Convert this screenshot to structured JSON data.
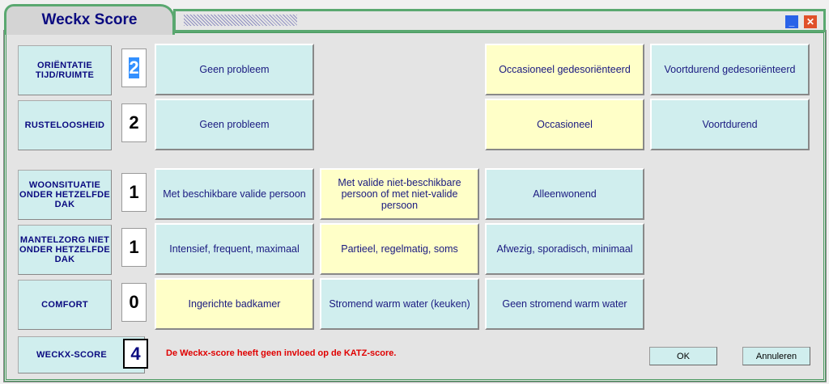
{
  "window": {
    "title": "Weckx Score",
    "minimize_icon": "minimize-icon",
    "close_icon": "close-icon",
    "accent": "#5aa870"
  },
  "rows": [
    {
      "label": "ORIËNTATIE TIJD/RUIMTE",
      "score": "2",
      "options": [
        "Geen probleem",
        "",
        "Occasioneel gedesoriënteerd",
        "Voortdurend gedesoriënteerd"
      ]
    },
    {
      "label": "RUSTELOOSHEID",
      "score": "2",
      "options": [
        "Geen probleem",
        "",
        "Occasioneel",
        "Voortdurend"
      ]
    },
    {
      "label": "WOONSITUATIE ONDER HETZELFDE DAK",
      "score": "1",
      "options": [
        "Met beschikbare valide persoon",
        "Met valide niet-beschikbare persoon of met niet-valide persoon",
        "Alleenwonend",
        ""
      ]
    },
    {
      "label": "MANTELZORG NIET ONDER HETZELFDE DAK",
      "score": "1",
      "options": [
        "Intensief, frequent, maximaal",
        "Partieel, regelmatig, soms",
        "Afwezig, sporadisch, minimaal",
        ""
      ]
    },
    {
      "label": "COMFORT",
      "score": "0",
      "options": [
        "Ingerichte badkamer",
        "Stromend warm water (keuken)",
        "Geen stromend warm water",
        ""
      ]
    }
  ],
  "total": {
    "label": "WECKX-SCORE",
    "score": "4",
    "note": "De Weckx-score heeft geen invloed op de KATZ-score.",
    "note_color": "#e00000"
  },
  "buttons": {
    "ok": "OK",
    "cancel": "Annuleren"
  }
}
